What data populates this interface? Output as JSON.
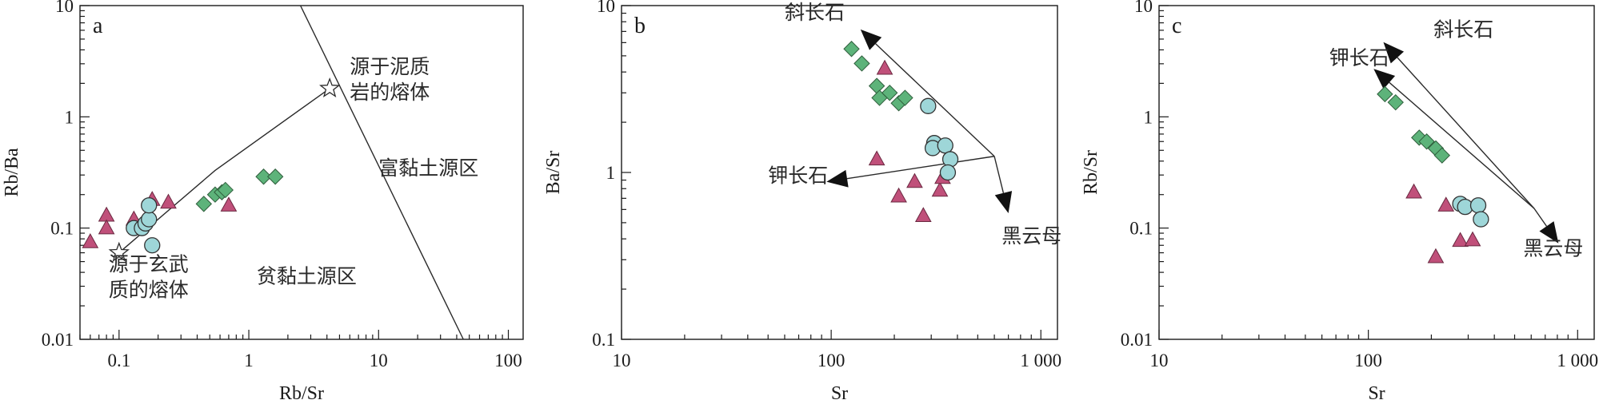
{
  "colors": {
    "triangle": "#c0507a",
    "circle": "#9ed6d8",
    "diamond": "#5db37a",
    "stroke": "#2a2a2a"
  },
  "chart_data": [
    {
      "id": "a",
      "type": "scatter",
      "panel_label": "a",
      "xlabel": "Rb/Sr",
      "ylabel": "Rb/Ba",
      "xscale": "log",
      "yscale": "log",
      "xlim": [
        0.05,
        130
      ],
      "ylim": [
        0.01,
        10
      ],
      "xtick_labels": [
        "0.1",
        "1",
        "10",
        "100"
      ],
      "ytick_labels": [
        "0.01",
        "0.1",
        "1",
        "10"
      ],
      "series": [
        {
          "marker": "triangle",
          "points": [
            [
              0.06,
              0.075
            ],
            [
              0.08,
              0.13
            ],
            [
              0.08,
              0.1
            ],
            [
              0.13,
              0.12
            ],
            [
              0.18,
              0.18
            ],
            [
              0.24,
              0.17
            ],
            [
              0.7,
              0.16
            ]
          ]
        },
        {
          "marker": "circle",
          "points": [
            [
              0.13,
              0.1
            ],
            [
              0.15,
              0.1
            ],
            [
              0.16,
              0.11
            ],
            [
              0.17,
              0.12
            ],
            [
              0.17,
              0.16
            ],
            [
              0.18,
              0.07
            ]
          ]
        },
        {
          "marker": "diamond",
          "points": [
            [
              0.45,
              0.165
            ],
            [
              0.55,
              0.2
            ],
            [
              0.62,
              0.21
            ],
            [
              0.66,
              0.22
            ],
            [
              1.3,
              0.29
            ],
            [
              1.6,
              0.29
            ]
          ]
        }
      ],
      "lines": [
        {
          "points": [
            [
              2.5,
              10
            ],
            [
              45,
              0.01
            ]
          ]
        },
        {
          "points": [
            [
              0.1,
              0.06
            ],
            [
              0.55,
              0.33
            ],
            [
              4.2,
              1.8
            ]
          ]
        }
      ],
      "stars": [
        [
          0.1,
          0.06
        ],
        [
          4.2,
          1.8
        ]
      ],
      "annotations": [
        {
          "lines": [
            "源于泥质",
            "岩的熔体"
          ],
          "at": [
            6,
            2.45
          ]
        },
        {
          "lines": [
            "富黏土源区"
          ],
          "at": [
            10,
            0.3
          ]
        },
        {
          "lines": [
            "源于玄武",
            "质的熔体"
          ],
          "at": [
            0.083,
            0.041
          ]
        },
        {
          "lines": [
            "贫黏土源区"
          ],
          "at": [
            1.15,
            0.032
          ]
        }
      ],
      "arrows": []
    },
    {
      "id": "b",
      "type": "scatter",
      "panel_label": "b",
      "xlabel": "Sr",
      "ylabel": "Ba/Sr",
      "xscale": "log",
      "yscale": "log",
      "xlim": [
        10,
        1200
      ],
      "ylim": [
        0.1,
        10
      ],
      "xtick_labels": [
        "10",
        "100",
        "1 000"
      ],
      "ytick_labels": [
        "0.1",
        "1",
        "10"
      ],
      "series": [
        {
          "marker": "triangle",
          "points": [
            [
              180,
              4.2
            ],
            [
              165,
              1.2
            ],
            [
              210,
              0.72
            ],
            [
              250,
              0.88
            ],
            [
              275,
              0.55
            ],
            [
              330,
              0.78
            ],
            [
              340,
              0.93
            ]
          ]
        },
        {
          "marker": "circle",
          "points": [
            [
              290,
              2.5
            ],
            [
              310,
              1.5
            ],
            [
              305,
              1.4
            ],
            [
              350,
              1.45
            ],
            [
              370,
              1.2
            ],
            [
              360,
              1.0
            ]
          ]
        },
        {
          "marker": "diamond",
          "points": [
            [
              125,
              5.5
            ],
            [
              140,
              4.5
            ],
            [
              165,
              3.3
            ],
            [
              170,
              2.8
            ],
            [
              190,
              3.0
            ],
            [
              210,
              2.6
            ],
            [
              225,
              2.8
            ]
          ]
        }
      ],
      "lines": [],
      "stars": [],
      "annotations": [
        {
          "lines": [
            "斜长石"
          ],
          "at": [
            60,
            8.3
          ]
        },
        {
          "lines": [
            "钾长石"
          ],
          "at": [
            50,
            0.87
          ]
        },
        {
          "lines": [
            "黑云母"
          ],
          "at": [
            650,
            0.38
          ]
        }
      ],
      "arrows": [
        {
          "from": [
            600,
            1.25
          ],
          "to": [
            138,
            7.2
          ]
        },
        {
          "from": [
            600,
            1.25
          ],
          "to": [
            95,
            0.88
          ]
        },
        {
          "from": [
            600,
            1.25
          ],
          "to": [
            700,
            0.57
          ]
        }
      ]
    },
    {
      "id": "c",
      "type": "scatter",
      "panel_label": "c",
      "xlabel": "Sr",
      "ylabel": "Rb/Sr",
      "xscale": "log",
      "yscale": "log",
      "xlim": [
        10,
        1200
      ],
      "ylim": [
        0.01,
        10
      ],
      "xtick_labels": [
        "10",
        "100",
        "1 000"
      ],
      "ytick_labels": [
        "0.01",
        "0.1",
        "1",
        "10"
      ],
      "series": [
        {
          "marker": "triangle",
          "points": [
            [
              165,
              0.21
            ],
            [
              235,
              0.16
            ],
            [
              210,
              0.055
            ],
            [
              275,
              0.077
            ],
            [
              315,
              0.078
            ]
          ]
        },
        {
          "marker": "circle",
          "points": [
            [
              275,
              0.165
            ],
            [
              290,
              0.155
            ],
            [
              335,
              0.16
            ],
            [
              345,
              0.12
            ]
          ]
        },
        {
          "marker": "diamond",
          "points": [
            [
              120,
              1.6
            ],
            [
              135,
              1.35
            ],
            [
              175,
              0.65
            ],
            [
              190,
              0.6
            ],
            [
              210,
              0.52
            ],
            [
              225,
              0.45
            ]
          ]
        }
      ],
      "lines": [],
      "stars": [],
      "annotations": [
        {
          "lines": [
            "斜长石"
          ],
          "at": [
            205,
            5.3
          ]
        },
        {
          "lines": [
            "钾长石"
          ],
          "at": [
            65,
            2.95
          ]
        },
        {
          "lines": [
            "黑云母"
          ],
          "at": [
            550,
            0.057
          ]
        }
      ],
      "arrows": [
        {
          "from": [
            620,
            0.15
          ],
          "to": [
            118,
            4.7
          ]
        },
        {
          "from": [
            620,
            0.15
          ],
          "to": [
            106,
            2.7
          ]
        },
        {
          "from": [
            620,
            0.15
          ],
          "to": [
            810,
            0.073
          ]
        }
      ]
    }
  ]
}
